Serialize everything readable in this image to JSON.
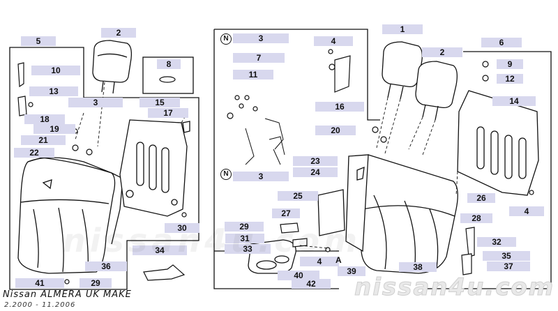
{
  "footer": {
    "model": "Nissan ALMERA UK MAKE",
    "dates": "2.2000 - 11.2006"
  },
  "watermark": "nissan4u.com",
  "ghost_watermark": "nissan4u.com",
  "markers": {
    "n_top": "N",
    "n_bottom": "N",
    "a": "A"
  },
  "colors": {
    "callout_fill": "#d8d8ee",
    "line": "#111111"
  },
  "left_panel": {
    "labels": [
      "5",
      "2",
      "10",
      "8",
      "13",
      "3",
      "15",
      "17",
      "18",
      "19",
      "21",
      "22",
      "30",
      "34",
      "36",
      "41",
      "29"
    ]
  },
  "right_panel": {
    "labels": [
      "1",
      "3",
      "4",
      "6",
      "2",
      "7",
      "9",
      "12",
      "11",
      "16",
      "14",
      "20",
      "23",
      "24",
      "3",
      "26",
      "25",
      "4",
      "28",
      "27",
      "29",
      "32",
      "31",
      "33",
      "35",
      "4",
      "39",
      "37",
      "38",
      "40",
      "42"
    ]
  }
}
